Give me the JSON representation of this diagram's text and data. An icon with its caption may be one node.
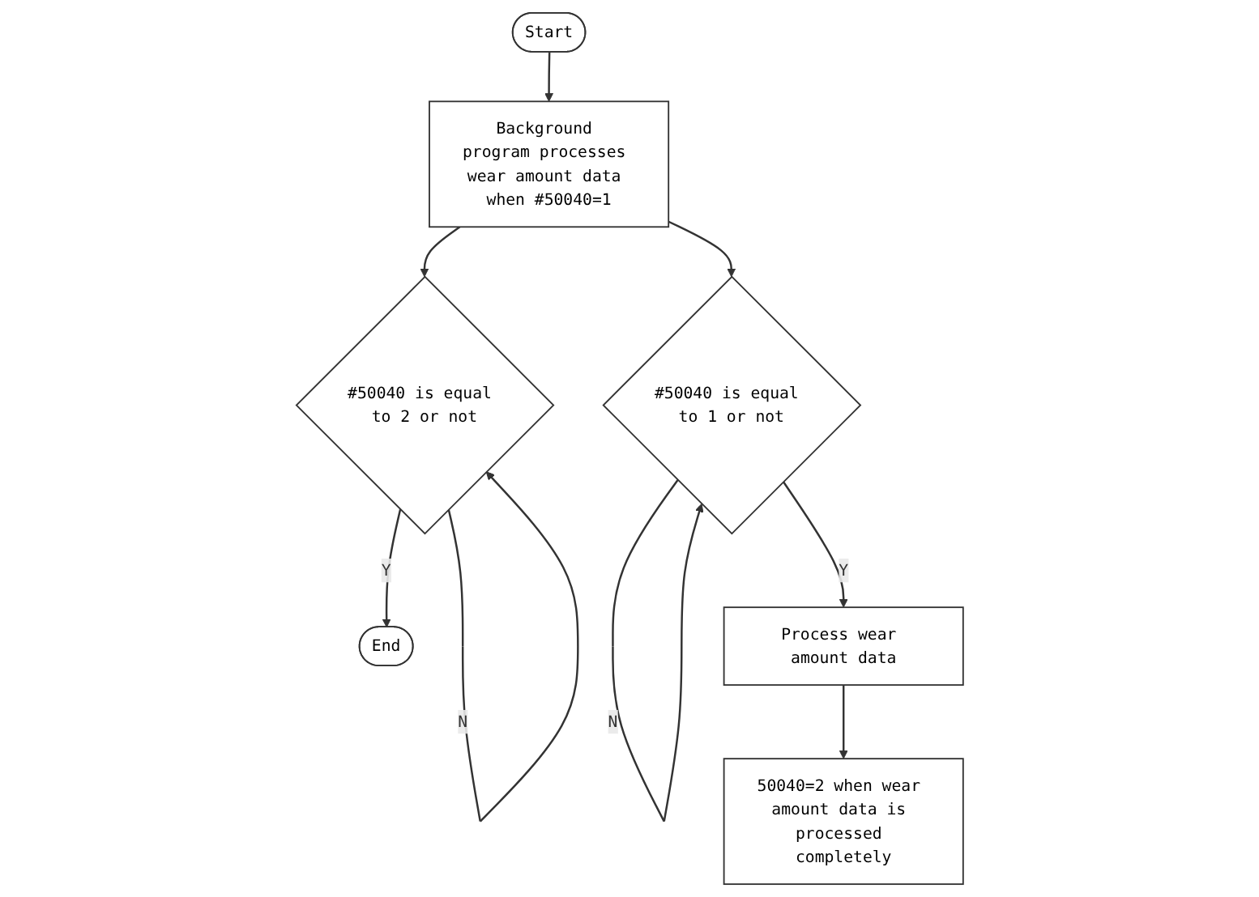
{
  "diagram": {
    "nodes": [
      {
        "text": [
          "Start"
        ]
      },
      {
        "text": [
          "Background program processes wear amount data when #50040=1"
        ]
      },
      {
        "text": [
          "#50040 is equal to 2 or not"
        ]
      },
      {
        "text": [
          "End"
        ]
      },
      {
        "text": [
          "#50040 is equal to 1 or not"
        ]
      },
      {
        "text": [
          "Process wear amount data"
        ]
      },
      {
        "text": [
          "50040=2 when wear amount data is processed completely"
        ]
      }
    ],
    "edges": [
      {
        "from": 0,
        "to": 1,
        "arrow": "to"
      },
      {
        "from": 1,
        "to": 2,
        "arrow": "to"
      },
      {
        "from": 2,
        "to": 2,
        "arrow": "to",
        "label": "N"
      },
      {
        "from": 2,
        "to": 3,
        "arrow": "to",
        "label": "Y"
      },
      {
        "from": 1,
        "to": 4,
        "arrow": "to"
      },
      {
        "from": 4,
        "to": 4,
        "arrow": "to",
        "label": "N"
      },
      {
        "from": 4,
        "to": 5,
        "arrow": "to",
        "label": "Y"
      },
      {
        "from": 5,
        "to": 6,
        "arrow": "to"
      }
    ]
  }
}
